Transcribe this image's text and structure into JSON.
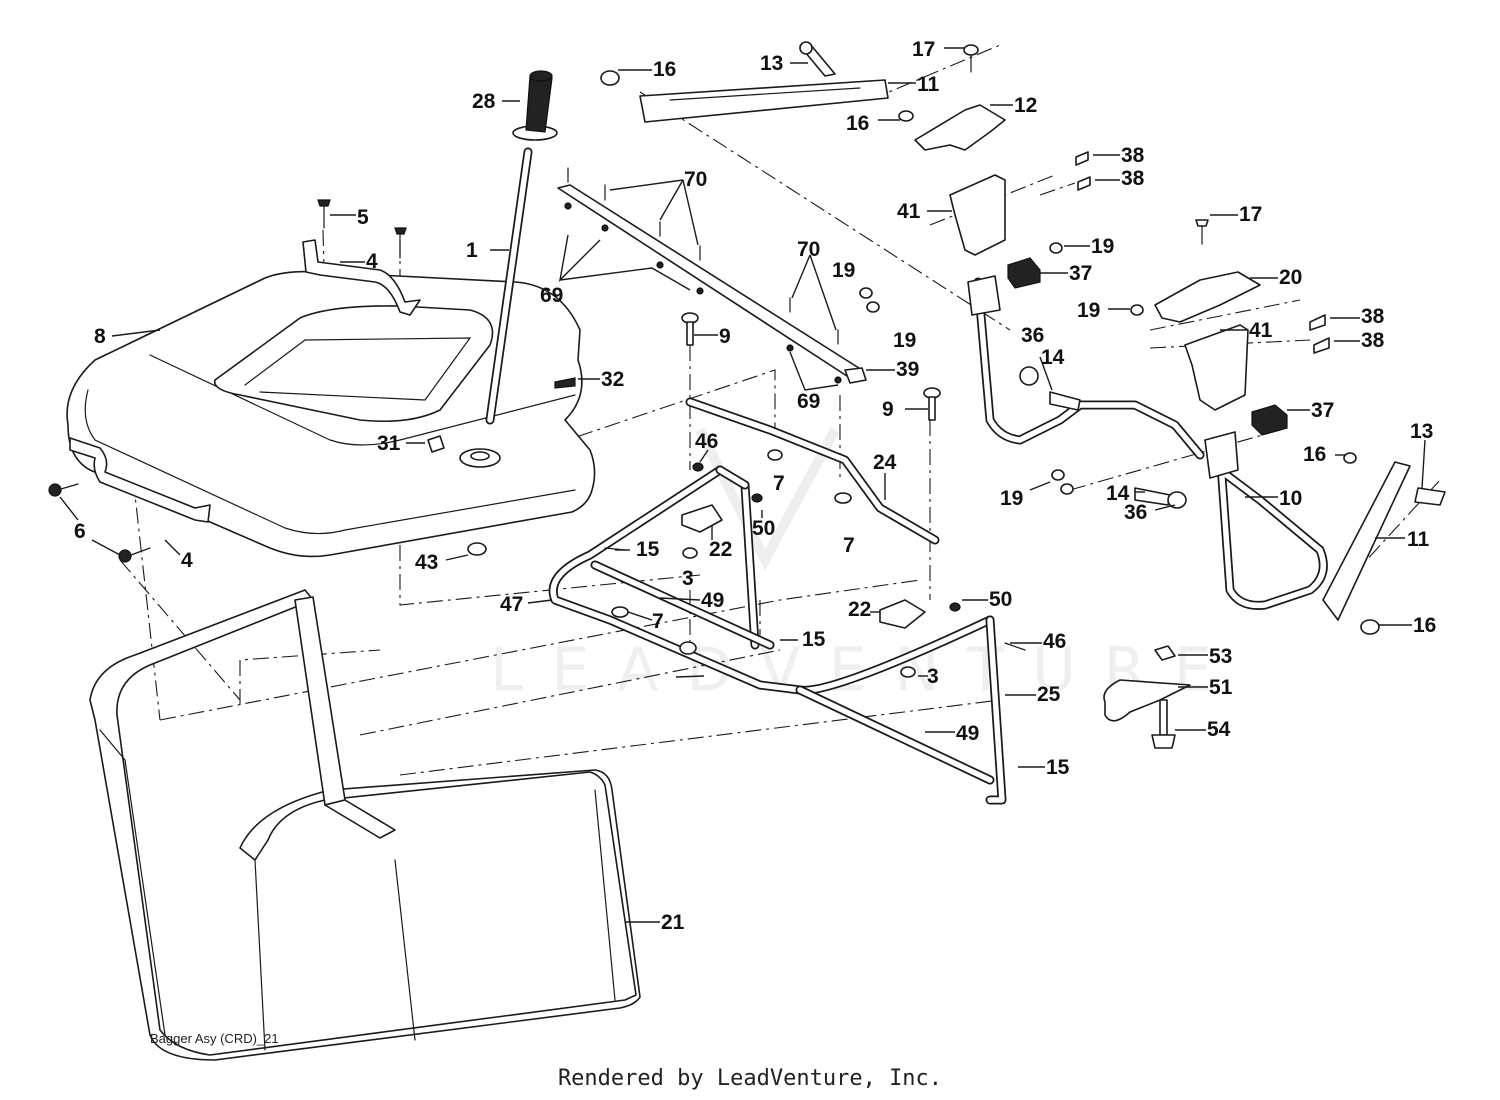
{
  "diagram": {
    "caption": "Bagger Asy (CRD)_21",
    "footer": "Rendered by LeadVenture, Inc.",
    "watermark": "LEADVENTURE",
    "callouts": {
      "c1": "1",
      "c3a": "3",
      "c3b": "3",
      "c4a": "4",
      "c4b": "4",
      "c5": "5",
      "c6": "6",
      "c7a": "7",
      "c7b": "7",
      "c7c": "7",
      "c8": "8",
      "c9a": "9",
      "c9b": "9",
      "c10": "10",
      "c11a": "11",
      "c11b": "11",
      "c12": "12",
      "c13a": "13",
      "c13b": "13",
      "c14a": "14",
      "c14b": "14",
      "c15a": "15",
      "c15b": "15",
      "c15c": "15",
      "c16a": "16",
      "c16b": "16",
      "c16c": "16",
      "c16d": "16",
      "c17a": "17",
      "c17b": "17",
      "c19a": "19",
      "c19b": "19",
      "c19c": "19",
      "c19d": "19",
      "c20": "20",
      "c21": "21",
      "c22a": "22",
      "c22b": "22",
      "c24": "24",
      "c25": "25",
      "c28": "28",
      "c31": "31",
      "c32": "32",
      "c36a": "36",
      "c36b": "36",
      "c37a": "37",
      "c37b": "37",
      "c38a": "38",
      "c38b": "38",
      "c38c": "38",
      "c38d": "38",
      "c39": "39",
      "c41a": "41",
      "c41b": "41",
      "c43": "43",
      "c46a": "46",
      "c46b": "46",
      "c47": "47",
      "c49a": "49",
      "c49b": "49",
      "c50a": "50",
      "c50b": "50",
      "c51": "51",
      "c53": "53",
      "c54": "54",
      "c69a": "69",
      "c69b": "69",
      "c70a": "70",
      "c70b": "70"
    }
  }
}
